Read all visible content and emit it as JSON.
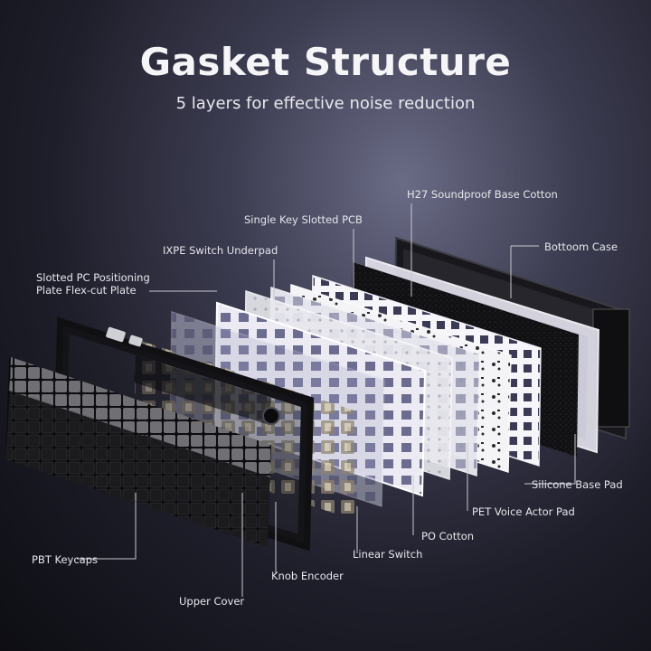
{
  "header": {
    "title": "Gasket Structure",
    "subtitle": "5 layers for effective noise reduction"
  },
  "callouts": {
    "soundproof_cotton": "H27 Soundproof Base Cotton",
    "slotted_pcb": "Single Key Slotted PCB",
    "bottom_case": "Bottoom Case",
    "ixpe_underpad": "IXPE Switch Underpad",
    "positioning_plate": "Slotted PC Positioning Plate Flex-cut Plate",
    "silicone_pad": "Silicone Base Pad",
    "pet_pad": "PET Voice Actor Pad",
    "po_cotton": "PO Cotton",
    "linear_switch": "Linear Switch",
    "pbt_keycaps": "PBT Keycaps",
    "knob_encoder": "Knob Encoder",
    "upper_cover": "Upper Cover"
  },
  "colors": {
    "background_center": "#6a6b85",
    "background_edge": "#0d0d13",
    "text": "#e6e6ec",
    "leader_line": "#c8c8d0",
    "keycap_gray": "#6f6f74",
    "keycap_black": "#1b1b1e",
    "foam": "#0e0e10",
    "plate_white": "#ecebf3",
    "pcb_white": "#f4f4f6"
  }
}
